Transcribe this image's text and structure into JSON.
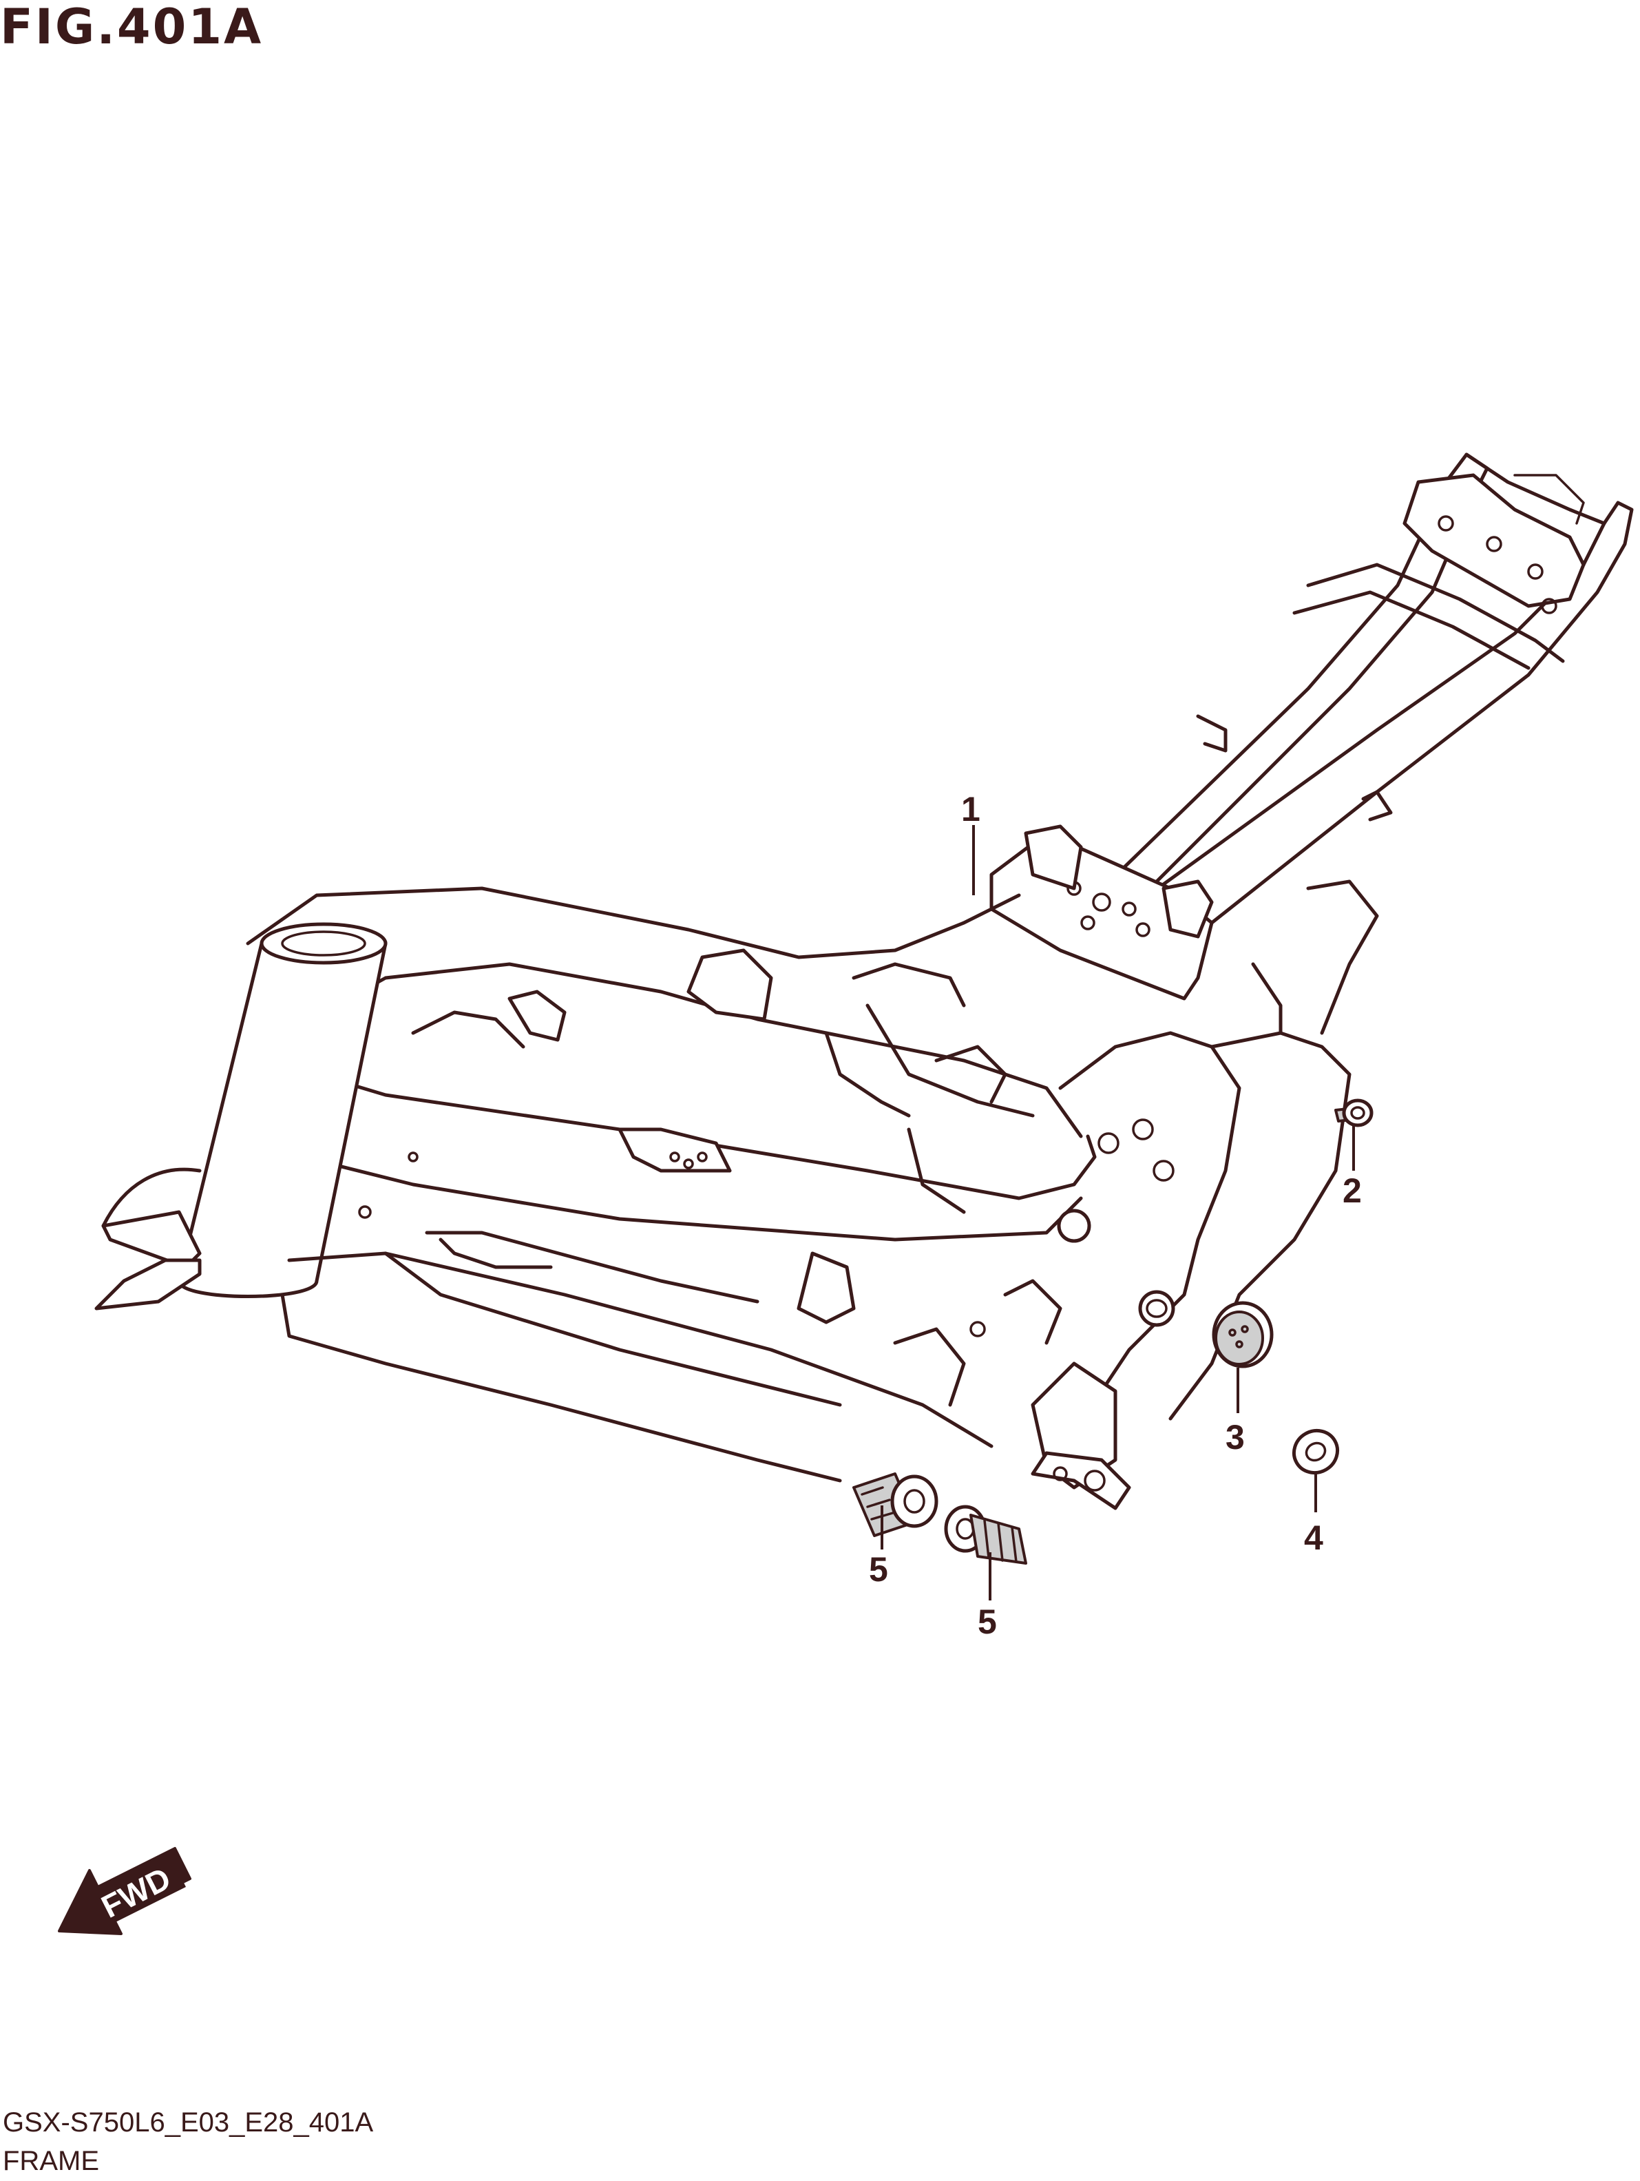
{
  "figure": {
    "title": "FIG.401A"
  },
  "callouts": [
    {
      "number": "1",
      "part": "frame"
    },
    {
      "number": "2",
      "part": "clip-fastener"
    },
    {
      "number": "3",
      "part": "grommet-plug"
    },
    {
      "number": "4",
      "part": "washer"
    },
    {
      "number": "5",
      "part": "engine-mount-bushing-a"
    },
    {
      "number": "5",
      "part": "engine-mount-bushing-b"
    }
  ],
  "direction_marker": {
    "label": "FWD"
  },
  "footer": {
    "code": "GSX-S750L6_E03_E28_401A",
    "name": "FRAME"
  },
  "colors": {
    "ink": "#3a1a1a",
    "paper": "#ffffff",
    "part_shade": "#cfcfcf"
  }
}
